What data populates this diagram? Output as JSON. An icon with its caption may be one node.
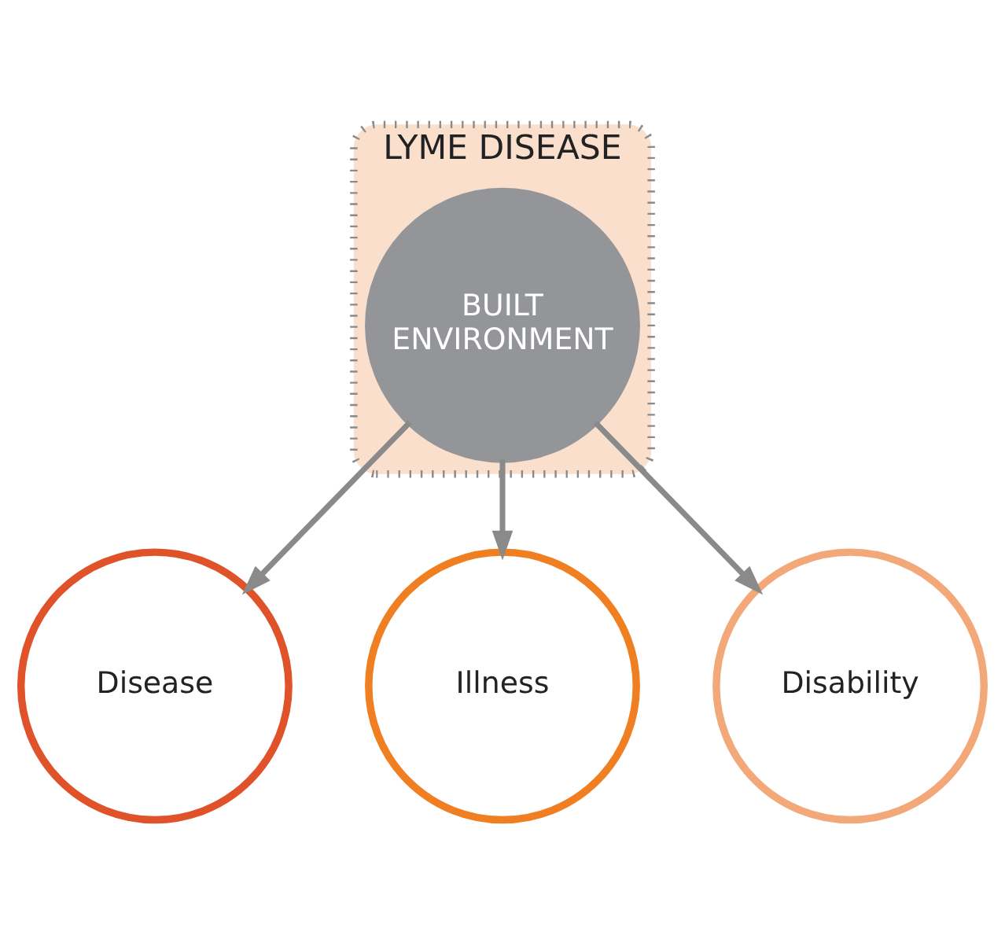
{
  "diagram": {
    "nodes": [
      {
        "text": [
          "LYME DISEASE"
        ]
      },
      {
        "text": [
          "Disease"
        ]
      },
      {
        "text": [
          "BUILT ENVIRONMENT"
        ],
        "in": 0
      },
      {
        "text": [
          "Illness"
        ]
      },
      {
        "text": [
          "Disability"
        ]
      }
    ],
    "edges": [
      {
        "from": 2,
        "to": 1,
        "arrow": "to"
      },
      {
        "from": 2,
        "to": 3,
        "arrow": "to"
      },
      {
        "from": 2,
        "to": 4,
        "arrow": "to"
      }
    ]
  }
}
